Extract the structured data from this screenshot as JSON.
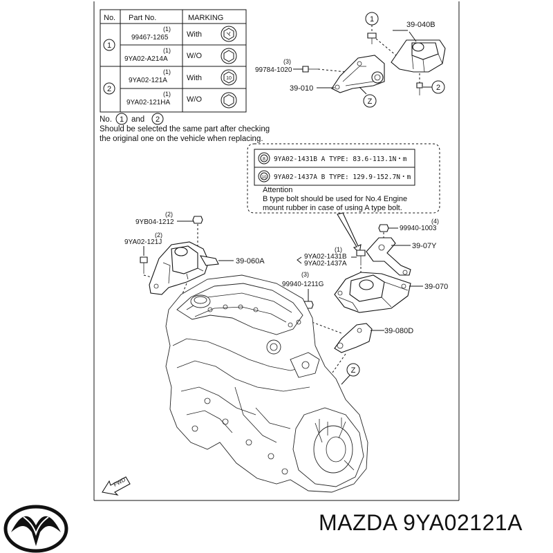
{
  "table": {
    "headers": [
      "No.",
      "Part No.",
      "MARKING"
    ],
    "groups": [
      {
        "no": "1",
        "rows": [
          {
            "qty": "(1)",
            "part_no": "99467-1265",
            "marking": "With"
          },
          {
            "qty": "(1)",
            "part_no": "9YA02-A214A",
            "marking": "W/O"
          }
        ]
      },
      {
        "no": "2",
        "rows": [
          {
            "qty": "(1)",
            "part_no": "9YA02-121A",
            "marking": "With"
          },
          {
            "qty": "(1)",
            "part_no": "9YA02-121HA",
            "marking": "W/O"
          }
        ]
      }
    ]
  },
  "note": {
    "line1_prefix": "No.",
    "circle1": "1",
    "line1_and": "and",
    "circle2": "2",
    "line2": "Should be selected the same part after checking",
    "line3": "the original one on the vehicle when replacing."
  },
  "attention_box": {
    "rows": [
      {
        "icon": "8",
        "text": "9YA02-1431B  A TYPE: 83.6-113.1N・m"
      },
      {
        "icon": "10",
        "text": "9YA02-1437A  B TYPE: 129.9-152.7N・m"
      }
    ],
    "title": "Attention",
    "line1": "B type bolt should be used for No.4 Engine",
    "line2": "mount rubber in case of using A type bolt."
  },
  "callouts": {
    "c1_marker": "1",
    "p39040B": "39-040B",
    "q3": "(3)",
    "p99784": "99784-1020",
    "p39010": "39-010",
    "c2_marker": "2",
    "z_top": "Z",
    "q2a": "(2)",
    "p9YB04": "9YB04-1212",
    "q2b": "(2)",
    "p9YA02_121J": "9YA02-121J",
    "p39060A": "39-060A",
    "q4": "(4)",
    "p99940_1003": "99940-1003",
    "p3907Y": "39-07Y",
    "q1": "(1)",
    "p1431B": "9YA02-1431B",
    "p1437A": "9YA02-1437A",
    "q3b": "(3)",
    "p99940_1211": "99940-1211G",
    "p39070": "39-070",
    "p39080D": "39-080D",
    "z_bottom": "Z",
    "fwd": "FWD"
  },
  "brand": {
    "title": "MAZDA 9YA02121A"
  },
  "colors": {
    "ink": "#111111",
    "background": "#ffffff"
  }
}
